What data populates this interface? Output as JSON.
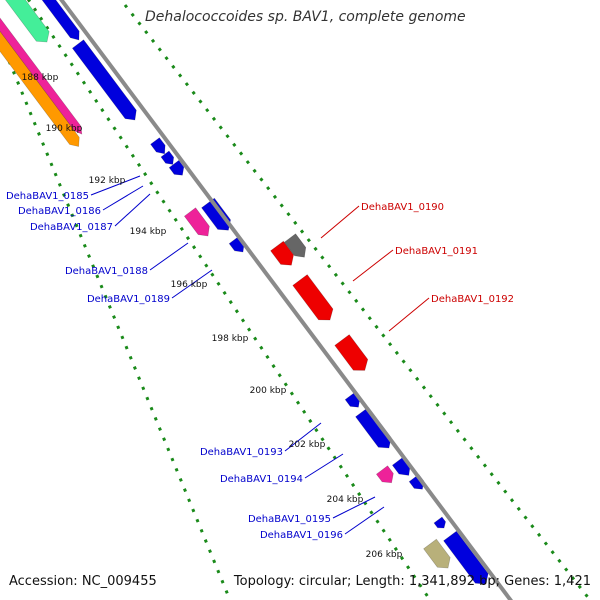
{
  "title": "Dehalococcoides sp. BAV1, complete genome",
  "footer": {
    "accession": "Accession: NC_009455",
    "summary": "Topology: circular; Length: 1,341,892 bp; Genes: 1,421"
  },
  "colors": {
    "backbone": "#8a8a8a",
    "tick_dots": "#1a8a1a",
    "blue_gene": "#0000dd",
    "red_gene": "#ee0000",
    "pink_gene": "#ee2299",
    "orange_gene": "#ff9900",
    "mint_gene": "#44ee99",
    "gray_gene": "#666666",
    "khaki_gene": "#b8b07a",
    "label_blue": "#0000cc",
    "label_red": "#cc0000"
  },
  "scale_ticks": [
    "188 kbp",
    "190 kbp",
    "192 kbp",
    "194 kbp",
    "196 kbp",
    "198 kbp",
    "200 kbp",
    "202 kbp",
    "204 kbp",
    "206 kbp"
  ],
  "gene_labels_left": [
    "DehaBAV1_0185",
    "DehaBAV1_0186",
    "DehaBAV1_0187",
    "DehaBAV1_0188",
    "DehaBAV1_0189",
    "DehaBAV1_0193",
    "DehaBAV1_0194",
    "DehaBAV1_0195",
    "DehaBAV1_0196"
  ],
  "gene_labels_right": [
    "DehaBAV1_0190",
    "DehaBAV1_0191",
    "DehaBAV1_0192"
  ]
}
